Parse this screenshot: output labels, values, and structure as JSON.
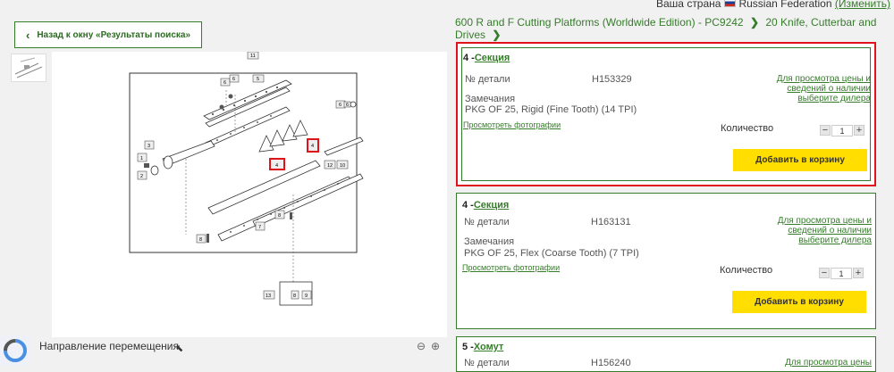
{
  "country": {
    "label": "Ваша страна",
    "name": "Russian Federation",
    "change_link": "(Изменить)"
  },
  "back_button": {
    "label": "Назад к окну «Результаты поиска»"
  },
  "breadcrumb": {
    "items": [
      "600 R and F Cutting Platforms (Worldwide Edition) - PC9242",
      "20 Knife, Cutterbar and Drives"
    ],
    "separator": "❯"
  },
  "diagram": {
    "callouts": [
      "11",
      "5",
      "6",
      "6",
      "6",
      "6",
      "3",
      "1",
      "2",
      "4",
      "4",
      "12",
      "10",
      "8",
      "7",
      "8",
      "13",
      "8",
      "9"
    ]
  },
  "footer": {
    "direction_label": "Направление перемещения"
  },
  "parts": [
    {
      "index": "4 -",
      "name": "Секция",
      "part_no_label": "№ детали",
      "part_no": "H153329",
      "remarks_label": "Замечания",
      "remarks": "PKG OF 25, Rigid (Fine Tooth) (14 TPI)",
      "photos_link": "Просмотреть фотографии",
      "dealer_link": "Для просмотра цены и сведений о наличии выберите дилера",
      "qty_label": "Количество",
      "qty": "1",
      "cart_label": "Добавить в корзину"
    },
    {
      "index": "4 -",
      "name": "Секция",
      "part_no_label": "№ детали",
      "part_no": "H163131",
      "remarks_label": "Замечания",
      "remarks": "PKG OF 25, Flex (Coarse Tooth) (7 TPI)",
      "photos_link": "Просмотреть фотографии",
      "dealer_link": "Для просмотра цены и сведений о наличии выберите дилера",
      "qty_label": "Количество",
      "qty": "1",
      "cart_label": "Добавить в корзину"
    },
    {
      "index": "5 -",
      "name": "Хомут",
      "part_no_label": "№ детали",
      "part_no": "H156240",
      "dealer_link": "Для просмотра цены"
    }
  ],
  "colors": {
    "brand_green": "#367c2b",
    "cart_yellow": "#ffde00",
    "highlight_red": "#e0131c"
  }
}
